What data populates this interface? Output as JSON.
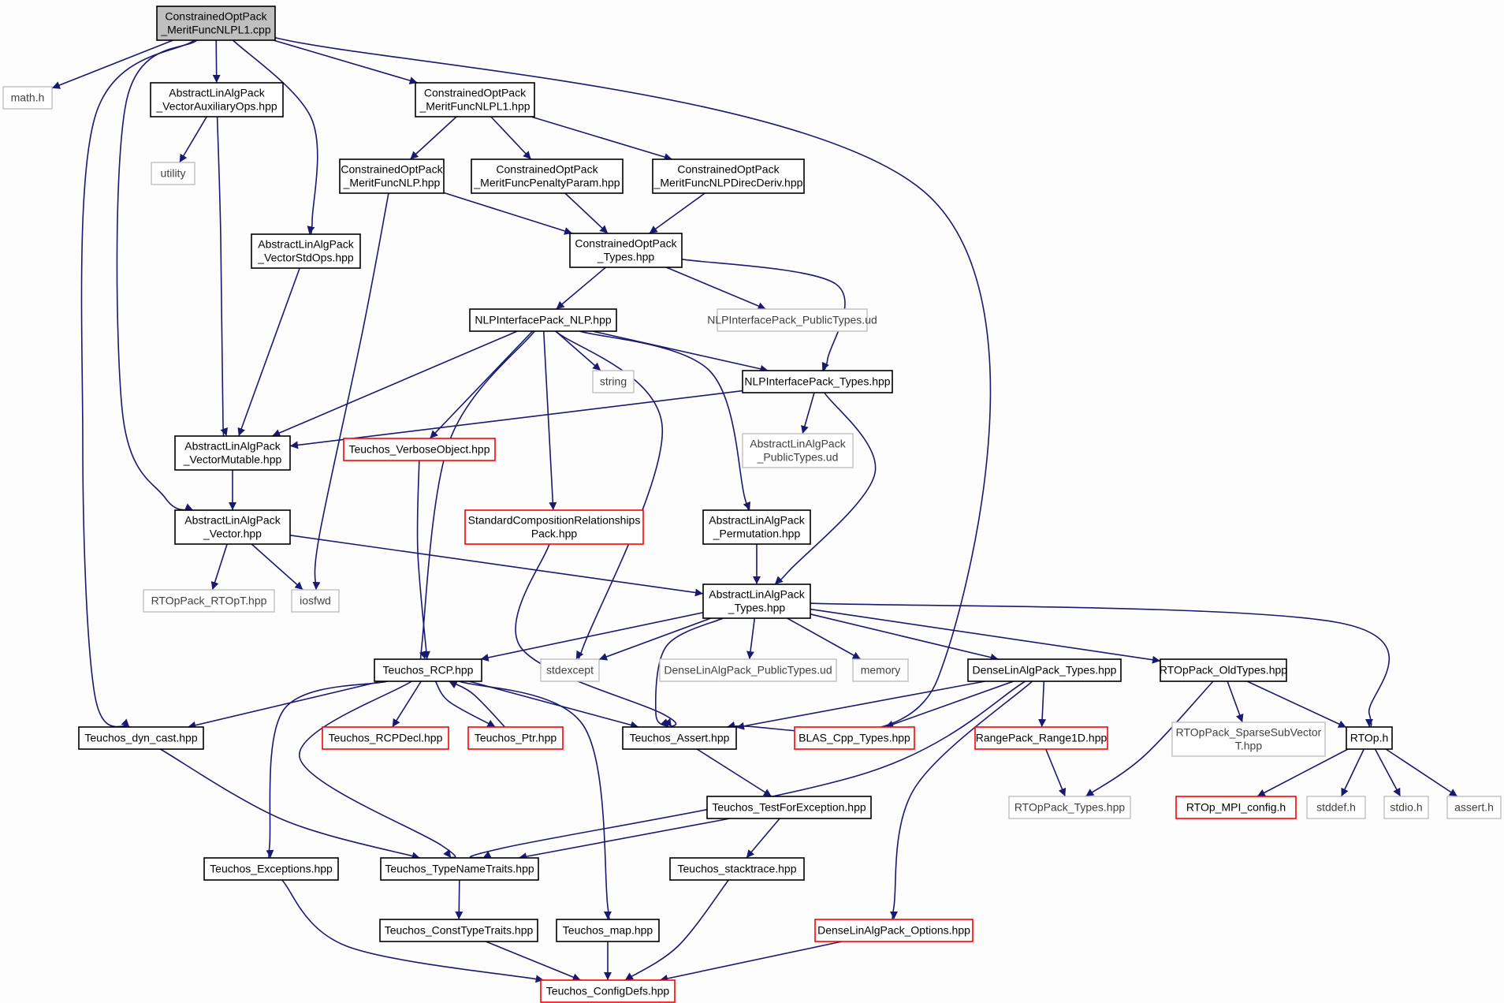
{
  "colors": {
    "edge": "#191970",
    "documented_border": "#000000",
    "external_border": "#bfbfbf",
    "truncated_border": "#ff0000",
    "root_fill": "#bfbfbf"
  },
  "nodes": [
    {
      "id": "root",
      "kind": "root",
      "lines": [
        "ConstrainedOptPack",
        "_MeritFuncNLPL1.cpp"
      ]
    },
    {
      "id": "math_h",
      "kind": "ext",
      "lines": [
        "math.h"
      ]
    },
    {
      "id": "alap_vecauxops",
      "kind": "doc",
      "lines": [
        "AbstractLinAlgPack",
        "_VectorAuxiliaryOps.hpp"
      ]
    },
    {
      "id": "cop_mfnlpl1_hpp",
      "kind": "doc",
      "lines": [
        "ConstrainedOptPack",
        "_MeritFuncNLPL1.hpp"
      ]
    },
    {
      "id": "utility",
      "kind": "ext",
      "lines": [
        "utility"
      ]
    },
    {
      "id": "cop_mfnlp",
      "kind": "doc",
      "lines": [
        "ConstrainedOptPack",
        "_MeritFuncNLP.hpp"
      ]
    },
    {
      "id": "cop_mfpenalty",
      "kind": "doc",
      "lines": [
        "ConstrainedOptPack",
        "_MeritFuncPenaltyParam.hpp"
      ]
    },
    {
      "id": "cop_mfdirec",
      "kind": "doc",
      "lines": [
        "ConstrainedOptPack",
        "_MeritFuncNLPDirecDeriv.hpp"
      ]
    },
    {
      "id": "alap_vecstdops",
      "kind": "doc",
      "lines": [
        "AbstractLinAlgPack",
        "_VectorStdOps.hpp"
      ]
    },
    {
      "id": "cop_types",
      "kind": "doc",
      "lines": [
        "ConstrainedOptPack",
        "_Types.hpp"
      ]
    },
    {
      "id": "nlpip_nlp",
      "kind": "doc",
      "lines": [
        "NLPInterfacePack_NLP.hpp"
      ]
    },
    {
      "id": "nlpip_pubtypes",
      "kind": "ext",
      "lines": [
        "NLPInterfacePack_PublicTypes.ud"
      ]
    },
    {
      "id": "string",
      "kind": "ext",
      "lines": [
        "string"
      ]
    },
    {
      "id": "nlpip_types",
      "kind": "doc",
      "lines": [
        "NLPInterfacePack_Types.hpp"
      ]
    },
    {
      "id": "alap_vecmut",
      "kind": "doc",
      "lines": [
        "AbstractLinAlgPack",
        "_VectorMutable.hpp"
      ]
    },
    {
      "id": "teuchos_verbose",
      "kind": "trunc",
      "lines": [
        "Teuchos_VerboseObject.hpp"
      ]
    },
    {
      "id": "alap_pubtypes",
      "kind": "ext",
      "lines": [
        "AbstractLinAlgPack",
        "_PublicTypes.ud"
      ]
    },
    {
      "id": "alap_vector",
      "kind": "doc",
      "lines": [
        "AbstractLinAlgPack",
        "_Vector.hpp"
      ]
    },
    {
      "id": "std_comp",
      "kind": "trunc",
      "lines": [
        "StandardCompositionRelationships",
        "Pack.hpp"
      ]
    },
    {
      "id": "alap_perm",
      "kind": "doc",
      "lines": [
        "AbstractLinAlgPack",
        "_Permutation.hpp"
      ]
    },
    {
      "id": "rtop_rtopt",
      "kind": "ext",
      "lines": [
        "RTOpPack_RTOpT.hpp"
      ]
    },
    {
      "id": "iosfwd",
      "kind": "ext",
      "lines": [
        "iosfwd"
      ]
    },
    {
      "id": "alap_types",
      "kind": "doc",
      "lines": [
        "AbstractLinAlgPack",
        "_Types.hpp"
      ]
    },
    {
      "id": "teuchos_rcp",
      "kind": "doc",
      "lines": [
        "Teuchos_RCP.hpp"
      ]
    },
    {
      "id": "stdexcept",
      "kind": "ext",
      "lines": [
        "stdexcept"
      ]
    },
    {
      "id": "dlap_pubtypes",
      "kind": "ext",
      "lines": [
        "DenseLinAlgPack_PublicTypes.ud"
      ]
    },
    {
      "id": "memory",
      "kind": "ext",
      "lines": [
        "memory"
      ]
    },
    {
      "id": "dlap_types",
      "kind": "doc",
      "lines": [
        "DenseLinAlgPack_Types.hpp"
      ]
    },
    {
      "id": "rtop_oldtypes",
      "kind": "doc",
      "lines": [
        "RTOpPack_OldTypes.hpp"
      ]
    },
    {
      "id": "teuchos_dyncast",
      "kind": "doc",
      "lines": [
        "Teuchos_dyn_cast.hpp"
      ]
    },
    {
      "id": "teuchos_rcpdecl",
      "kind": "trunc",
      "lines": [
        "Teuchos_RCPDecl.hpp"
      ]
    },
    {
      "id": "teuchos_ptr",
      "kind": "trunc",
      "lines": [
        "Teuchos_Ptr.hpp"
      ]
    },
    {
      "id": "teuchos_assert",
      "kind": "doc",
      "lines": [
        "Teuchos_Assert.hpp"
      ]
    },
    {
      "id": "blas_types",
      "kind": "trunc",
      "lines": [
        "BLAS_Cpp_Types.hpp"
      ]
    },
    {
      "id": "rangepack",
      "kind": "trunc",
      "lines": [
        "RangePack_Range1D.hpp"
      ]
    },
    {
      "id": "rtop_sparse",
      "kind": "ext",
      "lines": [
        "RTOpPack_SparseSubVector",
        "T.hpp"
      ]
    },
    {
      "id": "rtop_h",
      "kind": "doc",
      "lines": [
        "RTOp.h"
      ]
    },
    {
      "id": "teuchos_tfe",
      "kind": "doc",
      "lines": [
        "Teuchos_TestForException.hpp"
      ]
    },
    {
      "id": "rtop_types",
      "kind": "ext",
      "lines": [
        "RTOpPack_Types.hpp"
      ]
    },
    {
      "id": "rtop_mpi",
      "kind": "trunc",
      "lines": [
        "RTOp_MPI_config.h"
      ]
    },
    {
      "id": "stddef",
      "kind": "ext",
      "lines": [
        "stddef.h"
      ]
    },
    {
      "id": "stdio",
      "kind": "ext",
      "lines": [
        "stdio.h"
      ]
    },
    {
      "id": "assert_h",
      "kind": "ext",
      "lines": [
        "assert.h"
      ]
    },
    {
      "id": "teuchos_exceptions",
      "kind": "doc",
      "lines": [
        "Teuchos_Exceptions.hpp"
      ]
    },
    {
      "id": "teuchos_tnt",
      "kind": "doc",
      "lines": [
        "Teuchos_TypeNameTraits.hpp"
      ]
    },
    {
      "id": "teuchos_stack",
      "kind": "doc",
      "lines": [
        "Teuchos_stacktrace.hpp"
      ]
    },
    {
      "id": "teuchos_consttt",
      "kind": "doc",
      "lines": [
        "Teuchos_ConstTypeTraits.hpp"
      ]
    },
    {
      "id": "teuchos_map",
      "kind": "doc",
      "lines": [
        "Teuchos_map.hpp"
      ]
    },
    {
      "id": "dlap_options",
      "kind": "trunc",
      "lines": [
        "DenseLinAlgPack_Options.hpp"
      ]
    },
    {
      "id": "teuchos_configdefs",
      "kind": "trunc",
      "lines": [
        "Teuchos_ConfigDefs.hpp"
      ]
    }
  ],
  "edges": [
    [
      "root",
      "math_h"
    ],
    [
      "root",
      "alap_vecauxops"
    ],
    [
      "root",
      "cop_mfnlpl1_hpp"
    ],
    [
      "root",
      "alap_vecstdops"
    ],
    [
      "root",
      "alap_vector"
    ],
    [
      "root",
      "teuchos_dyncast"
    ],
    [
      "root",
      "teuchos_assert"
    ],
    [
      "alap_vecauxops",
      "utility"
    ],
    [
      "alap_vecauxops",
      "alap_vecmut"
    ],
    [
      "cop_mfnlpl1_hpp",
      "cop_mfnlp"
    ],
    [
      "cop_mfnlpl1_hpp",
      "cop_mfpenalty"
    ],
    [
      "cop_mfnlpl1_hpp",
      "cop_mfdirec"
    ],
    [
      "cop_mfnlp",
      "cop_types"
    ],
    [
      "cop_mfnlp",
      "iosfwd"
    ],
    [
      "cop_mfpenalty",
      "cop_types"
    ],
    [
      "cop_mfdirec",
      "cop_types"
    ],
    [
      "alap_vecstdops",
      "alap_vecmut"
    ],
    [
      "cop_types",
      "nlpip_nlp"
    ],
    [
      "cop_types",
      "nlpip_pubtypes"
    ],
    [
      "cop_types",
      "nlpip_types"
    ],
    [
      "nlpip_nlp",
      "string"
    ],
    [
      "nlpip_nlp",
      "nlpip_types"
    ],
    [
      "nlpip_nlp",
      "alap_vecmut"
    ],
    [
      "nlpip_nlp",
      "teuchos_verbose"
    ],
    [
      "nlpip_nlp",
      "std_comp"
    ],
    [
      "nlpip_nlp",
      "alap_perm"
    ],
    [
      "nlpip_nlp",
      "teuchos_rcp"
    ],
    [
      "nlpip_nlp",
      "stdexcept"
    ],
    [
      "nlpip_types",
      "alap_vecmut"
    ],
    [
      "nlpip_types",
      "alap_pubtypes"
    ],
    [
      "nlpip_types",
      "alap_types"
    ],
    [
      "alap_vecmut",
      "alap_vector"
    ],
    [
      "teuchos_verbose",
      "teuchos_rcp"
    ],
    [
      "alap_vector",
      "rtop_rtopt"
    ],
    [
      "alap_vector",
      "iosfwd"
    ],
    [
      "alap_vector",
      "alap_types"
    ],
    [
      "std_comp",
      "teuchos_assert"
    ],
    [
      "alap_perm",
      "alap_types"
    ],
    [
      "alap_types",
      "teuchos_rcp"
    ],
    [
      "alap_types",
      "stdexcept"
    ],
    [
      "alap_types",
      "dlap_pubtypes"
    ],
    [
      "alap_types",
      "memory"
    ],
    [
      "alap_types",
      "dlap_types"
    ],
    [
      "alap_types",
      "rtop_oldtypes"
    ],
    [
      "alap_types",
      "rtop_h"
    ],
    [
      "alap_types",
      "teuchos_assert"
    ],
    [
      "teuchos_rcp",
      "teuchos_dyncast"
    ],
    [
      "teuchos_rcp",
      "teuchos_rcpdecl"
    ],
    [
      "teuchos_rcp",
      "teuchos_ptr"
    ],
    [
      "teuchos_rcp",
      "teuchos_assert"
    ],
    [
      "teuchos_rcp",
      "teuchos_exceptions"
    ],
    [
      "teuchos_rcp",
      "teuchos_tnt"
    ],
    [
      "teuchos_rcp",
      "teuchos_map"
    ],
    [
      "teuchos_ptr",
      "teuchos_rcp"
    ],
    [
      "dlap_types",
      "teuchos_assert"
    ],
    [
      "dlap_types",
      "blas_types"
    ],
    [
      "dlap_types",
      "rangepack"
    ],
    [
      "dlap_types",
      "teuchos_tnt"
    ],
    [
      "dlap_types",
      "dlap_options"
    ],
    [
      "rtop_oldtypes",
      "rtop_sparse"
    ],
    [
      "rtop_oldtypes",
      "rtop_h"
    ],
    [
      "rtop_oldtypes",
      "rtop_types"
    ],
    [
      "rangepack",
      "rtop_types"
    ],
    [
      "rtop_h",
      "rtop_mpi"
    ],
    [
      "rtop_h",
      "stddef"
    ],
    [
      "rtop_h",
      "stdio"
    ],
    [
      "rtop_h",
      "assert_h"
    ],
    [
      "teuchos_dyncast",
      "teuchos_tnt"
    ],
    [
      "teuchos_assert",
      "teuchos_tfe"
    ],
    [
      "teuchos_tfe",
      "teuchos_tnt"
    ],
    [
      "teuchos_tfe",
      "teuchos_stack"
    ],
    [
      "teuchos_tnt",
      "teuchos_consttt"
    ],
    [
      "teuchos_exceptions",
      "teuchos_configdefs"
    ],
    [
      "teuchos_stack",
      "teuchos_configdefs"
    ],
    [
      "teuchos_consttt",
      "teuchos_configdefs"
    ],
    [
      "teuchos_map",
      "teuchos_configdefs"
    ],
    [
      "dlap_options",
      "teuchos_configdefs"
    ]
  ]
}
